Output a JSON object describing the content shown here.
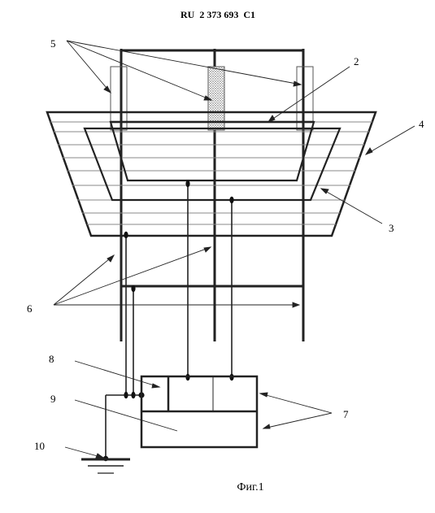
{
  "header": {
    "patent_number": "RU  2 373 693  C1"
  },
  "caption": "Фиг.1",
  "labels": {
    "l2": "2",
    "l3": "3",
    "l4": "4",
    "l5": "5",
    "l6": "6",
    "l7": "7",
    "l8": "8",
    "l9": "9",
    "l10": "10"
  }
}
